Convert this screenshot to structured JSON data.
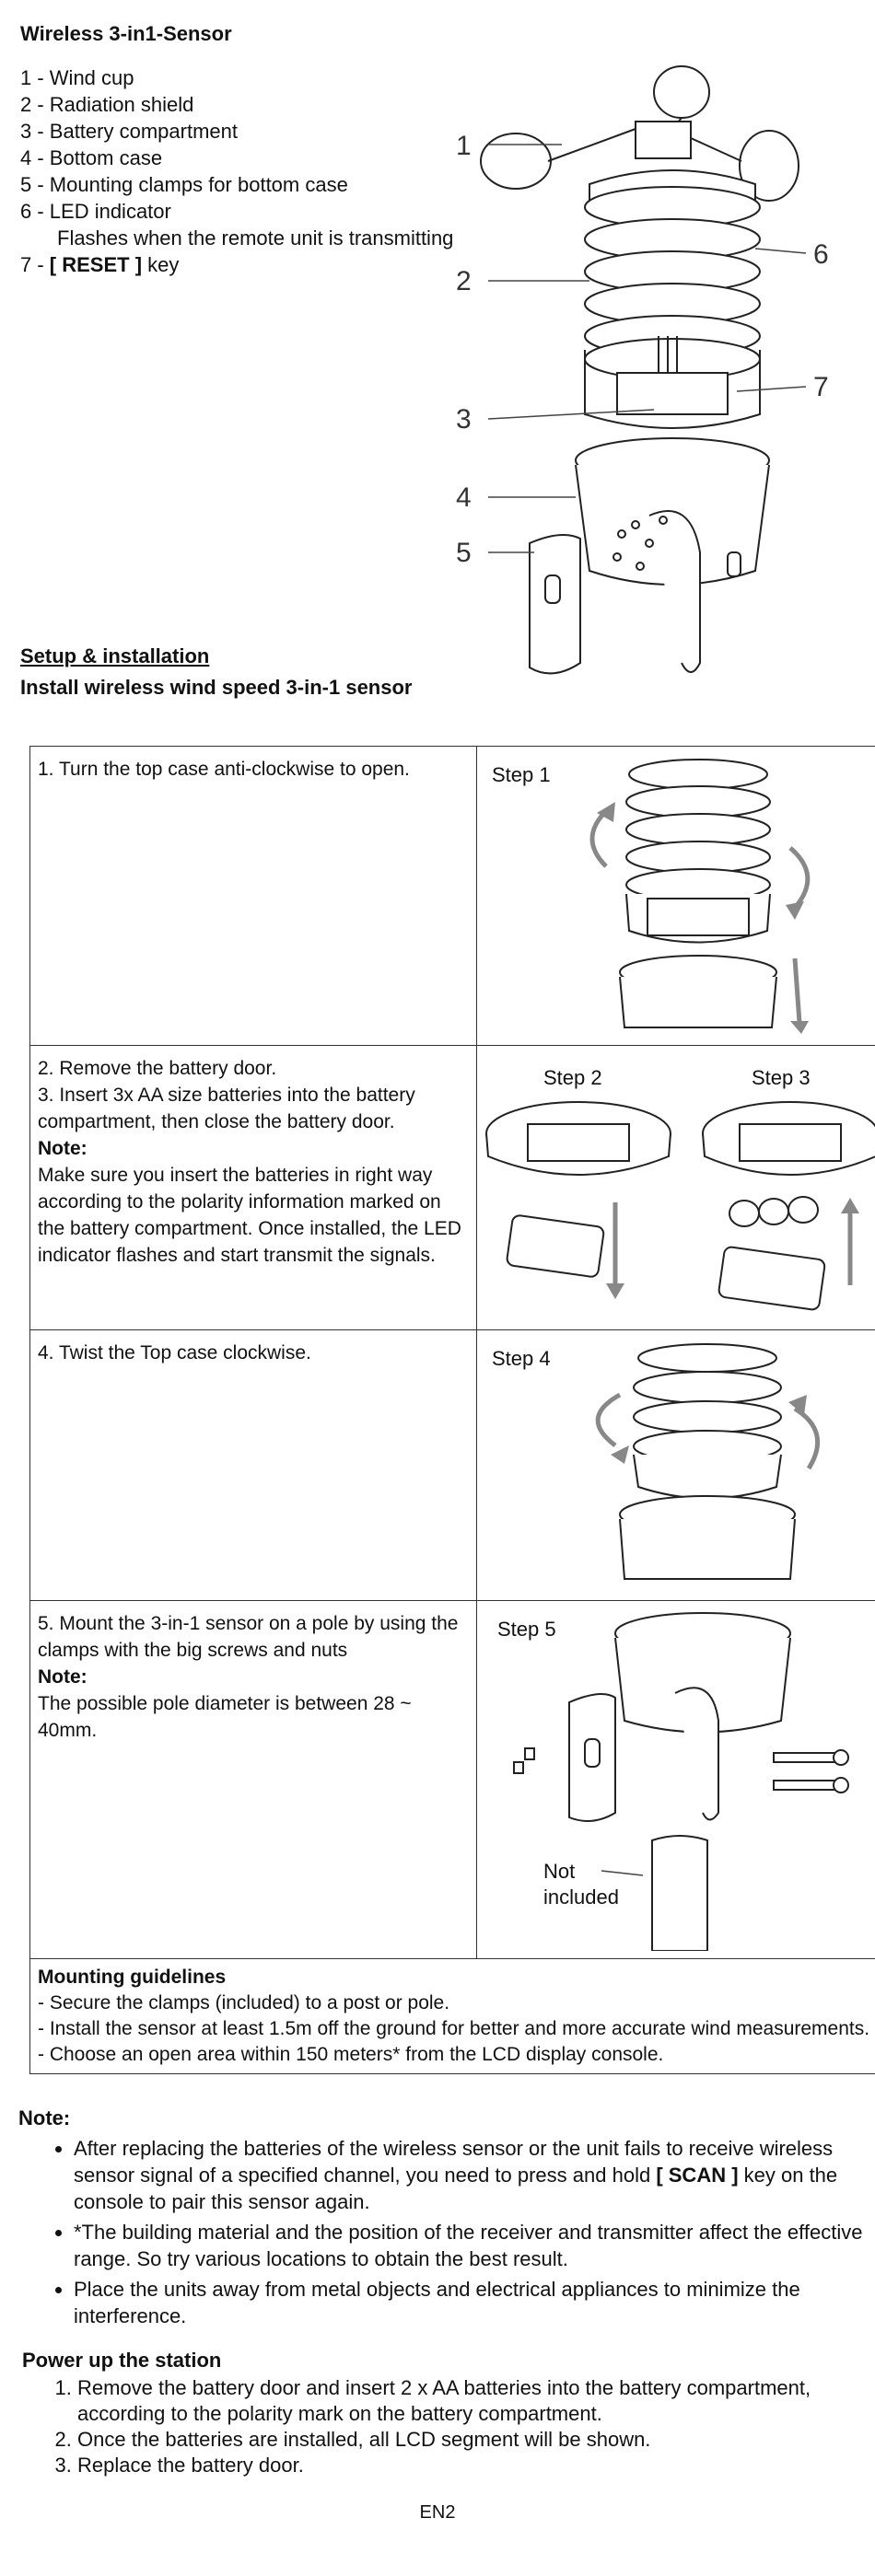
{
  "header": {
    "title": "Wireless 3-in1-Sensor"
  },
  "parts": [
    "1 - Wind cup",
    "2 - Radiation shield",
    "3 - Battery compartment",
    "4 - Bottom case",
    "5 - Mounting clamps for bottom case",
    "6 - LED indicator"
  ],
  "parts_led_desc": "Flashes when the remote unit is transmitting",
  "parts_reset": {
    "prefix": "7 - ",
    "key": "[ RESET ]",
    "suffix": " key"
  },
  "diagram_callouts": [
    "1",
    "2",
    "3",
    "4",
    "5",
    "6",
    "7"
  ],
  "setup": {
    "heading": "Setup & installation",
    "subheading": "Install wireless wind speed 3-in-1 sensor"
  },
  "steps": [
    {
      "text": "1. Turn the top case anti-clockwise to open.",
      "labels": [
        "Step 1"
      ]
    },
    {
      "lines": [
        "2. Remove the battery door.",
        "3. Insert 3x AA size batteries into the battery compartment, then close the battery  door."
      ],
      "note_label": "Note:",
      "note": "Make sure you insert the batteries in right way according to the polarity information marked on the battery compartment. Once installed, the LED indicator flashes and start transmit the signals.",
      "labels": [
        "Step 2",
        "Step 3"
      ]
    },
    {
      "text": "4. Twist the Top case clockwise.",
      "labels": [
        "Step 4"
      ]
    },
    {
      "text": "5. Mount the 3-in-1 sensor on a pole by using the clamps with the big screws and nuts",
      "note_label": "Note:",
      "note": "The possible pole diameter is between 28 ~ 40mm.",
      "labels": [
        "Step 5"
      ],
      "not_included_1": "Not",
      "not_included_2": "included"
    }
  ],
  "mounting": {
    "heading": "Mounting guidelines",
    "items": [
      "- Secure the clamps (included) to a post or pole.",
      "- Install the sensor at least 1.5m off the ground for better and more accurate wind measurements.",
      "- Choose an open area within 150 meters*  from the LCD display console."
    ]
  },
  "note": {
    "heading": "Note:",
    "item1_pre": "After replacing the batteries of the wireless sensor or the unit fails to receive wireless sensor signal of a specified channel, you need to press and hold ",
    "item1_key": "[ SCAN ]",
    "item1_post": " key on the console to pair this sensor again.",
    "item2": "*The building material and the position of the receiver and transmitter affect the effective range. So try various locations to obtain the best result.",
    "item3": "Place the units away from metal objects and electrical appliances to minimize the interference."
  },
  "power": {
    "heading": "Power up the station",
    "items": [
      "Remove the battery door and insert 2 x AA batteries into the battery compartment, according to the polarity mark on the battery compartment.",
      "Once the batteries are installed, all LCD segment will be shown.",
      "Replace the battery door."
    ]
  },
  "footer": {
    "page": "EN2"
  }
}
